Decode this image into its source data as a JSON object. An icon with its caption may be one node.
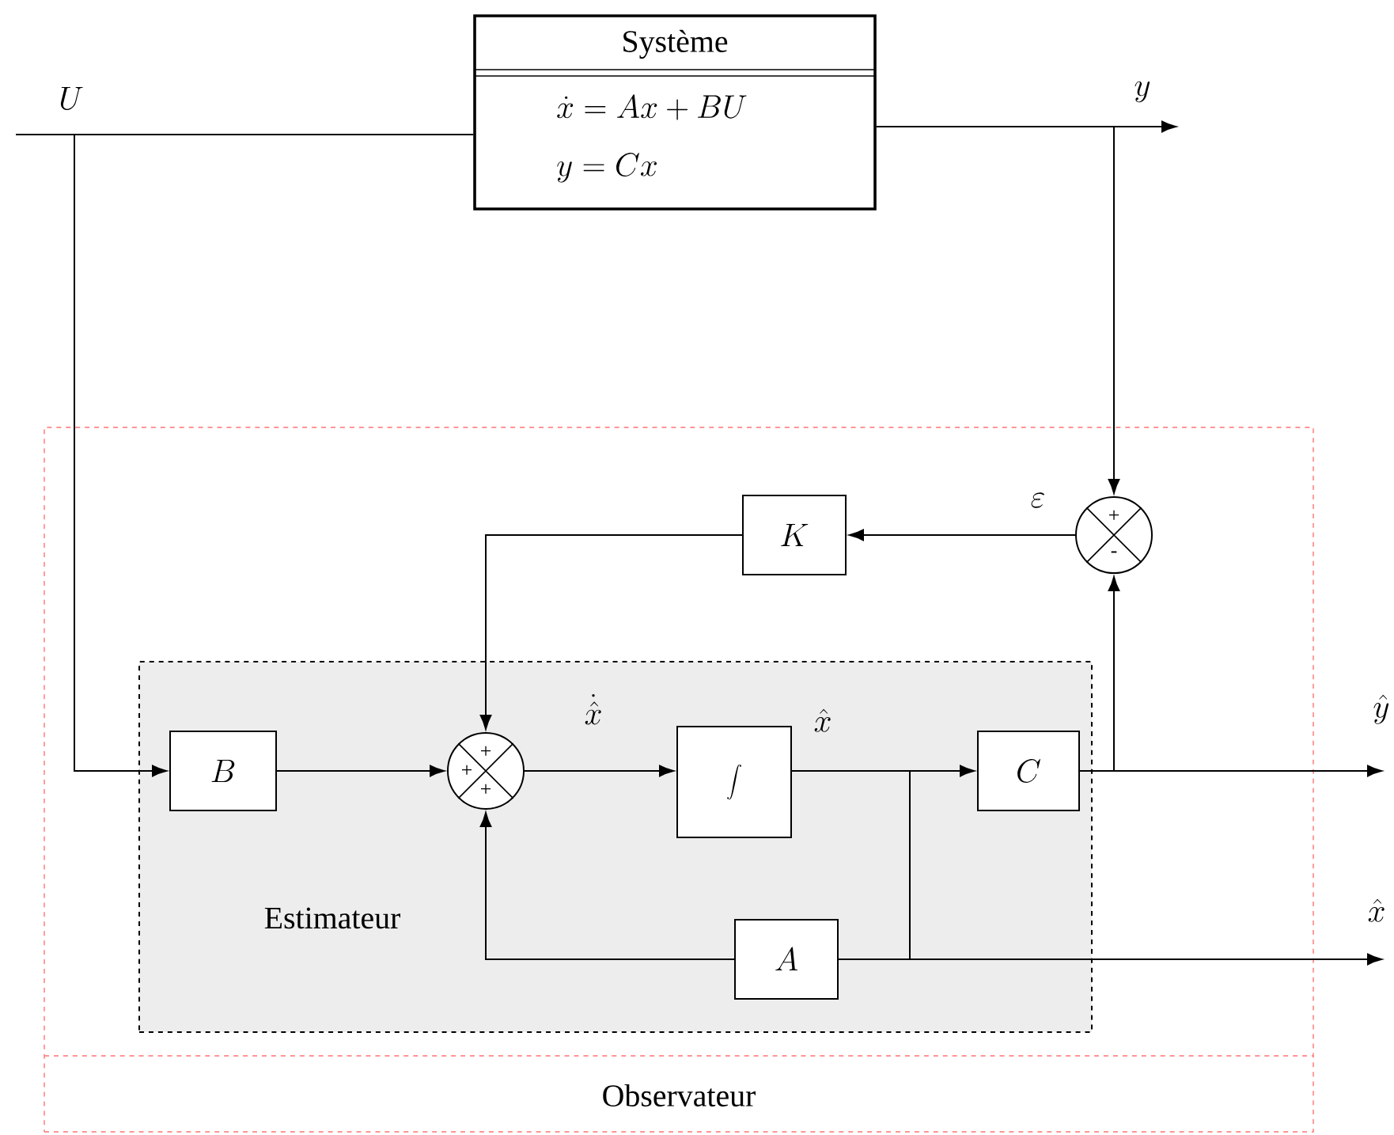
{
  "diagram": {
    "nodes": [
      {
        "text": [
          "Système",
          "\\dot{x} = Ax + BU",
          "y = Cx"
        ]
      },
      {
        "text": [
          "Observateur"
        ]
      },
      {
        "text": [
          "Estimateur"
        ],
        "in": 1
      },
      {
        "text": [
          "+",
          "-"
        ],
        "in": 1,
        "beside": [
          "\\varepsilon"
        ]
      },
      {
        "text": [
          "K"
        ],
        "in": 1
      },
      {
        "text": [
          "+",
          "+",
          "+"
        ],
        "in": 2
      },
      {
        "text": [
          "B"
        ],
        "in": 2
      },
      {
        "text": [
          "\\int"
        ],
        "in": 2
      },
      {
        "text": [
          "C"
        ],
        "in": 2
      },
      {
        "text": [
          "A"
        ],
        "in": 2
      }
    ],
    "edges": [
      {
        "from": null,
        "to": 0,
        "arrow": "none",
        "label": "U"
      },
      {
        "from": null,
        "to": 6,
        "arrow": "to"
      },
      {
        "from": 0,
        "to": null,
        "arrow": "to",
        "label": "y"
      },
      {
        "from": 0,
        "to": 3,
        "arrow": "to"
      },
      {
        "from": 3,
        "to": 4,
        "arrow": "to"
      },
      {
        "from": 4,
        "to": 5,
        "arrow": "to"
      },
      {
        "from": 6,
        "to": 5,
        "arrow": "to"
      },
      {
        "from": 5,
        "to": 7,
        "arrow": "to",
        "label": "\\dot{\\hat{x}}"
      },
      {
        "from": 7,
        "to": 8,
        "arrow": "to",
        "label": "\\hat{x}"
      },
      {
        "from": 7,
        "to": 9,
        "arrow": "none"
      },
      {
        "from": 7,
        "to": null,
        "arrow": "to",
        "label": "\\hat{x}"
      },
      {
        "from": 9,
        "to": 5,
        "arrow": "to"
      },
      {
        "from": 8,
        "to": null,
        "arrow": "to",
        "label": "\\hat{y}"
      },
      {
        "from": 8,
        "to": 3,
        "arrow": "to"
      }
    ]
  }
}
